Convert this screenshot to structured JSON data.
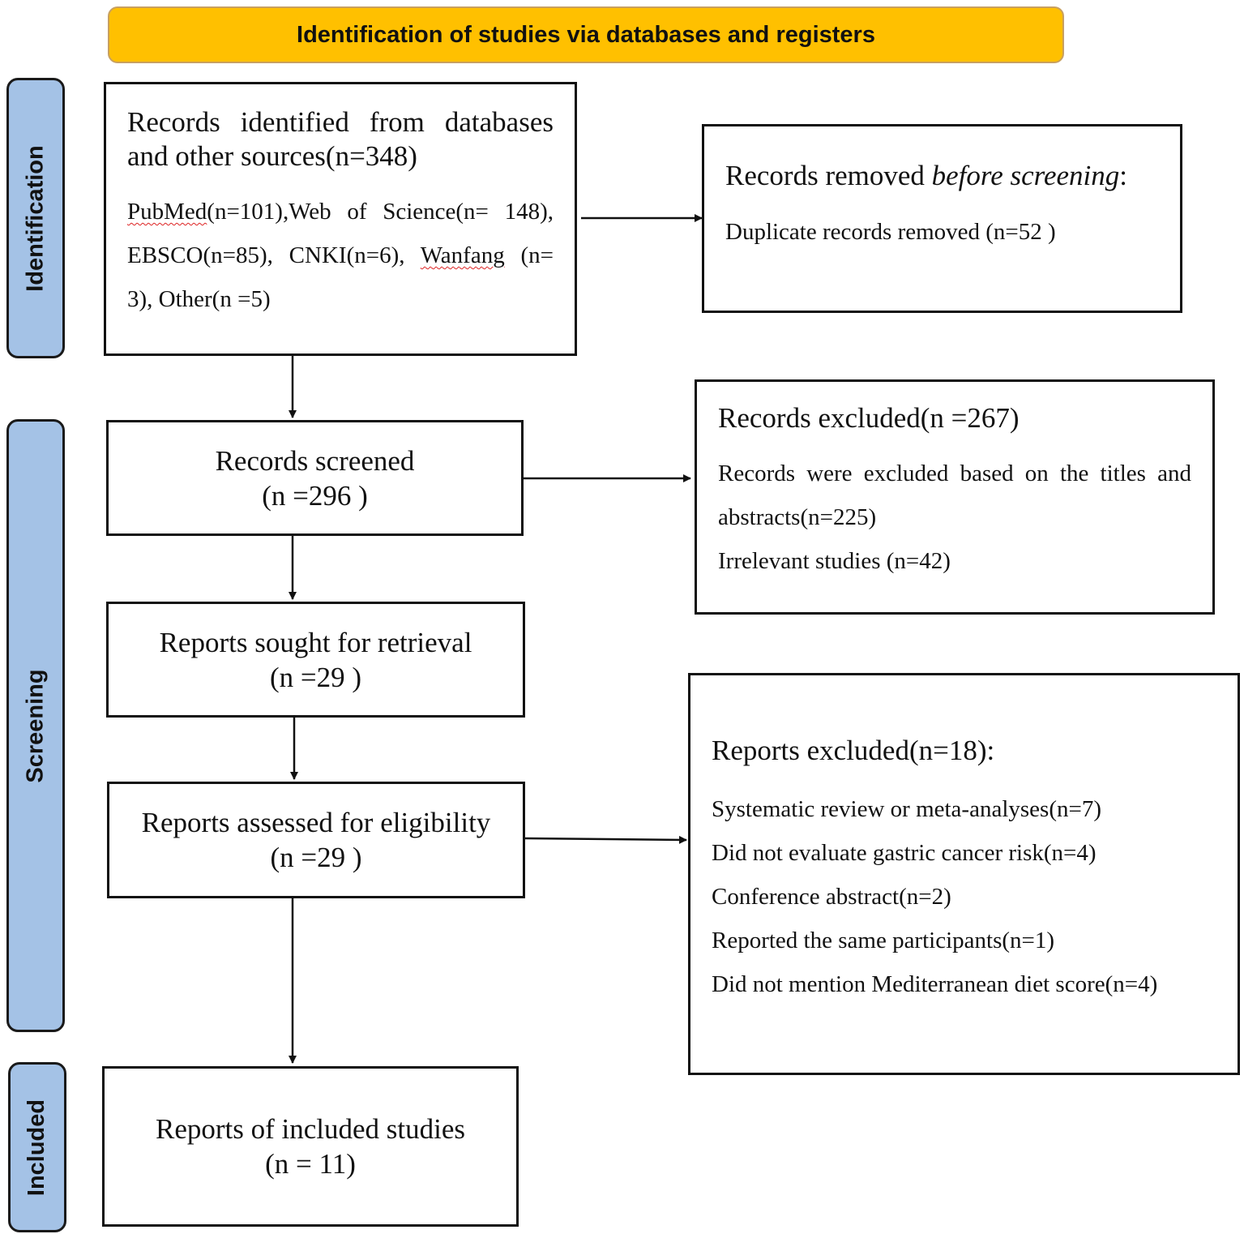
{
  "header": {
    "title": "Identification of studies via databases and registers"
  },
  "stages": {
    "identification": "Identification",
    "screening": "Screening",
    "included": "Included"
  },
  "identified": {
    "title_part1": "Records identified from databases",
    "title_part2": "and other sources(n=348)",
    "sources": {
      "pubmed": "PubMed",
      "pubmed_count": "(n=101),Web of Science(n= 148),",
      "ebsco_cnki": "EBSCO(n=85), CNKI(n=6), ",
      "wanfang": "Wanfang",
      "wanfang_count": " (n=",
      "other": "3), Other(n =5)"
    }
  },
  "removed": {
    "title_prefix": "Records removed ",
    "title_italic": "before screening",
    "title_suffix": ":",
    "duplicates": "Duplicate records removed (n=52 )"
  },
  "screened": {
    "label": "Records screened",
    "count": "(n =296 )"
  },
  "excluded": {
    "title": "Records excluded(n =267)",
    "line1": "Records were excluded based on the titles and",
    "line2": "abstracts(n=225)",
    "line3": "Irrelevant studies (n=42)"
  },
  "sought": {
    "label": "Reports sought for retrieval",
    "count": "(n =29 )"
  },
  "assessed": {
    "label": "Reports assessed for eligibility",
    "count": "(n =29 )"
  },
  "reports_excluded": {
    "title": "Reports excluded(n=18):",
    "reasons": [
      "Systematic review or meta-analyses(n=7)",
      "Did not evaluate gastric cancer risk(n=4)",
      "Conference abstract(n=2)",
      "Reported the same participants(n=1)",
      "Did not mention Mediterranean diet score(n=4)"
    ]
  },
  "included": {
    "label": "Reports of included studies",
    "count": "(n = 11)"
  }
}
